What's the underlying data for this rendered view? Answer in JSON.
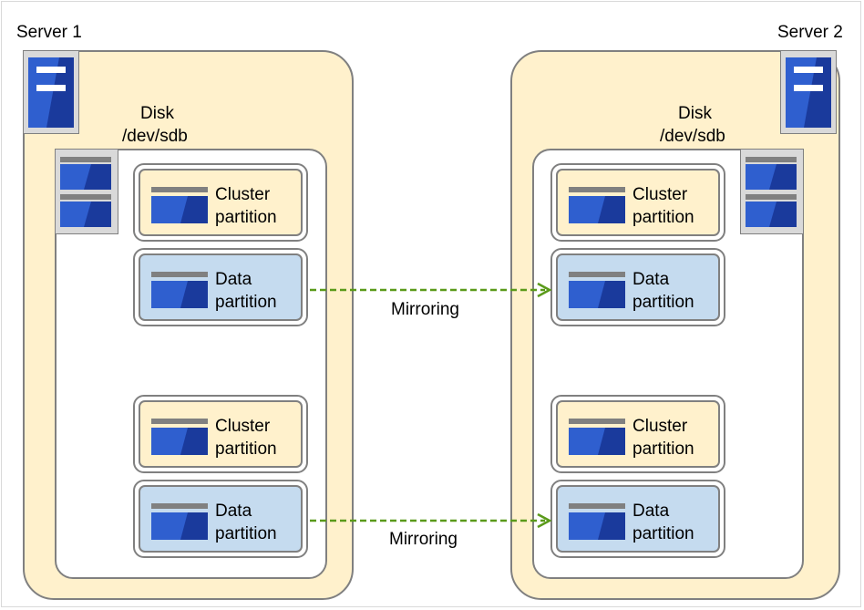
{
  "servers": [
    {
      "name": "Server 1",
      "disk_label": "Disk",
      "disk_device": "/dev/sdb"
    },
    {
      "name": "Server 2",
      "disk_label": "Disk",
      "disk_device": "/dev/sdb"
    }
  ],
  "partitions": {
    "cluster_line1": "Cluster",
    "cluster_line2": "partition",
    "data_line1": "Data",
    "data_line2": "partition"
  },
  "mirroring": [
    "Mirroring",
    "Mirroring"
  ],
  "colors": {
    "server_fill": "#fff1cc",
    "data_fill": "#c5dbef",
    "icon_blue": "#2f5fcf",
    "icon_dark": "#1a3a9c",
    "arrow": "#5a9a1a",
    "border": "#808080"
  },
  "icons": [
    "server-icon",
    "disk-icon",
    "partition-icon",
    "mirror-arrow"
  ]
}
